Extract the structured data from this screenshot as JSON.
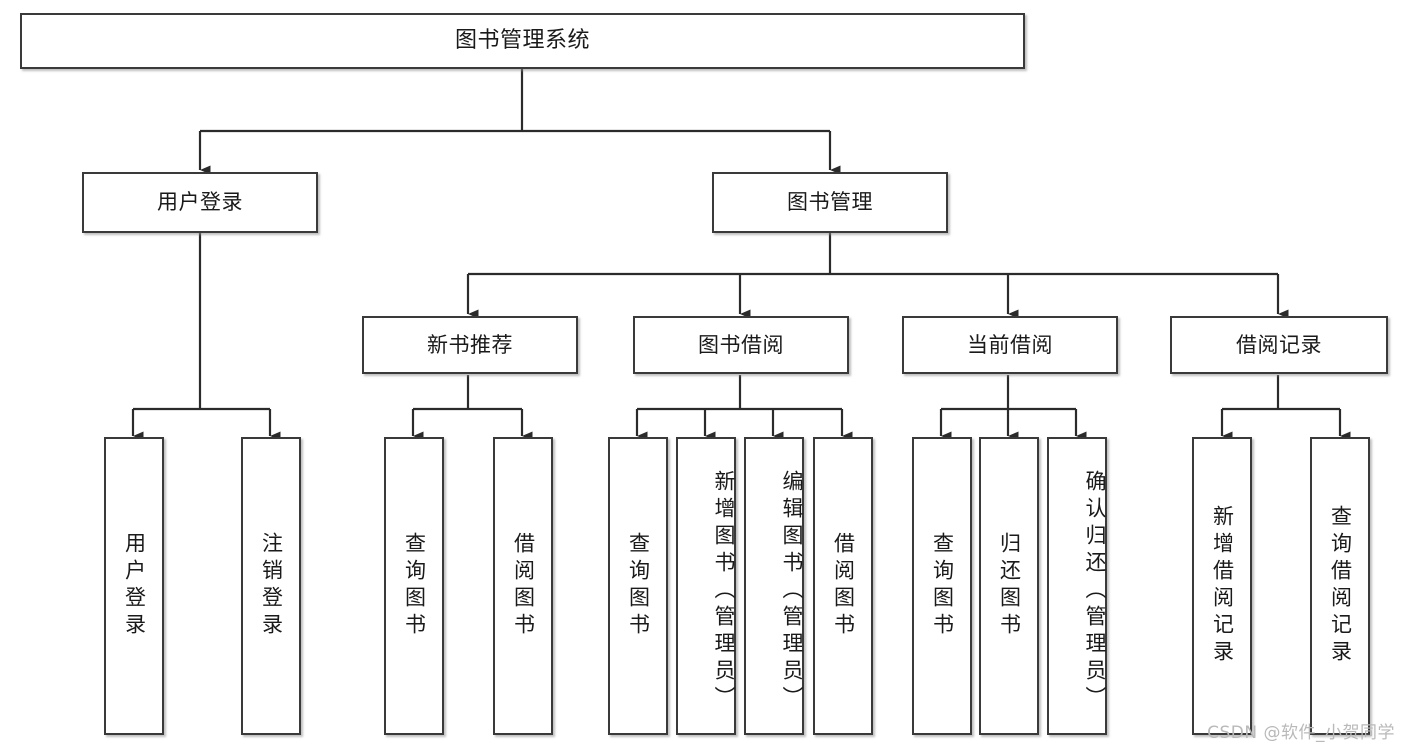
{
  "diagram": {
    "type": "tree",
    "title": "图书管理系统",
    "orientation": "top-down",
    "colors": {
      "box_border": "#3a3a3a",
      "box_fill": "#ffffff",
      "connector": "#2b2b2b",
      "watermark": "#b9b9b9",
      "background": "#ffffff"
    },
    "root": {
      "label": "图书管理系统"
    },
    "level2": [
      {
        "id": "user-login",
        "label": "用户登录"
      },
      {
        "id": "book-manage",
        "label": "图书管理"
      }
    ],
    "level3": [
      {
        "id": "new-book-recommend",
        "label": "新书推荐",
        "parent": "book-manage"
      },
      {
        "id": "book-borrow",
        "label": "图书借阅",
        "parent": "book-manage"
      },
      {
        "id": "current-borrow",
        "label": "当前借阅",
        "parent": "book-manage"
      },
      {
        "id": "borrow-record",
        "label": "借阅记录",
        "parent": "book-manage"
      }
    ],
    "leaves": [
      {
        "id": "leaf-user-login",
        "label": "用户登录",
        "parent": "user-login"
      },
      {
        "id": "leaf-logout-login",
        "label": "注销登录",
        "parent": "user-login"
      },
      {
        "id": "leaf-query-book-1",
        "label": "查询图书",
        "parent": "new-book-recommend"
      },
      {
        "id": "leaf-borrow-book-1",
        "label": "借阅图书",
        "parent": "new-book-recommend"
      },
      {
        "id": "leaf-query-book-2",
        "label": "查询图书",
        "parent": "book-borrow"
      },
      {
        "id": "leaf-add-book",
        "label": "新增图书（管理员）",
        "parent": "book-borrow"
      },
      {
        "id": "leaf-edit-book",
        "label": "编辑图书（管理员）",
        "parent": "book-borrow"
      },
      {
        "id": "leaf-borrow-book-2",
        "label": "借阅图书",
        "parent": "book-borrow"
      },
      {
        "id": "leaf-query-book-3",
        "label": "查询图书",
        "parent": "current-borrow"
      },
      {
        "id": "leaf-return-book",
        "label": "归还图书",
        "parent": "current-borrow"
      },
      {
        "id": "leaf-confirm-return",
        "label": "确认归还（管理员）",
        "parent": "current-borrow"
      },
      {
        "id": "leaf-add-record",
        "label": "新增借阅记录",
        "parent": "borrow-record"
      },
      {
        "id": "leaf-query-record",
        "label": "查询借阅记录",
        "parent": "borrow-record"
      }
    ]
  },
  "watermark": {
    "text": "CSDN @软件_小贺同学"
  }
}
